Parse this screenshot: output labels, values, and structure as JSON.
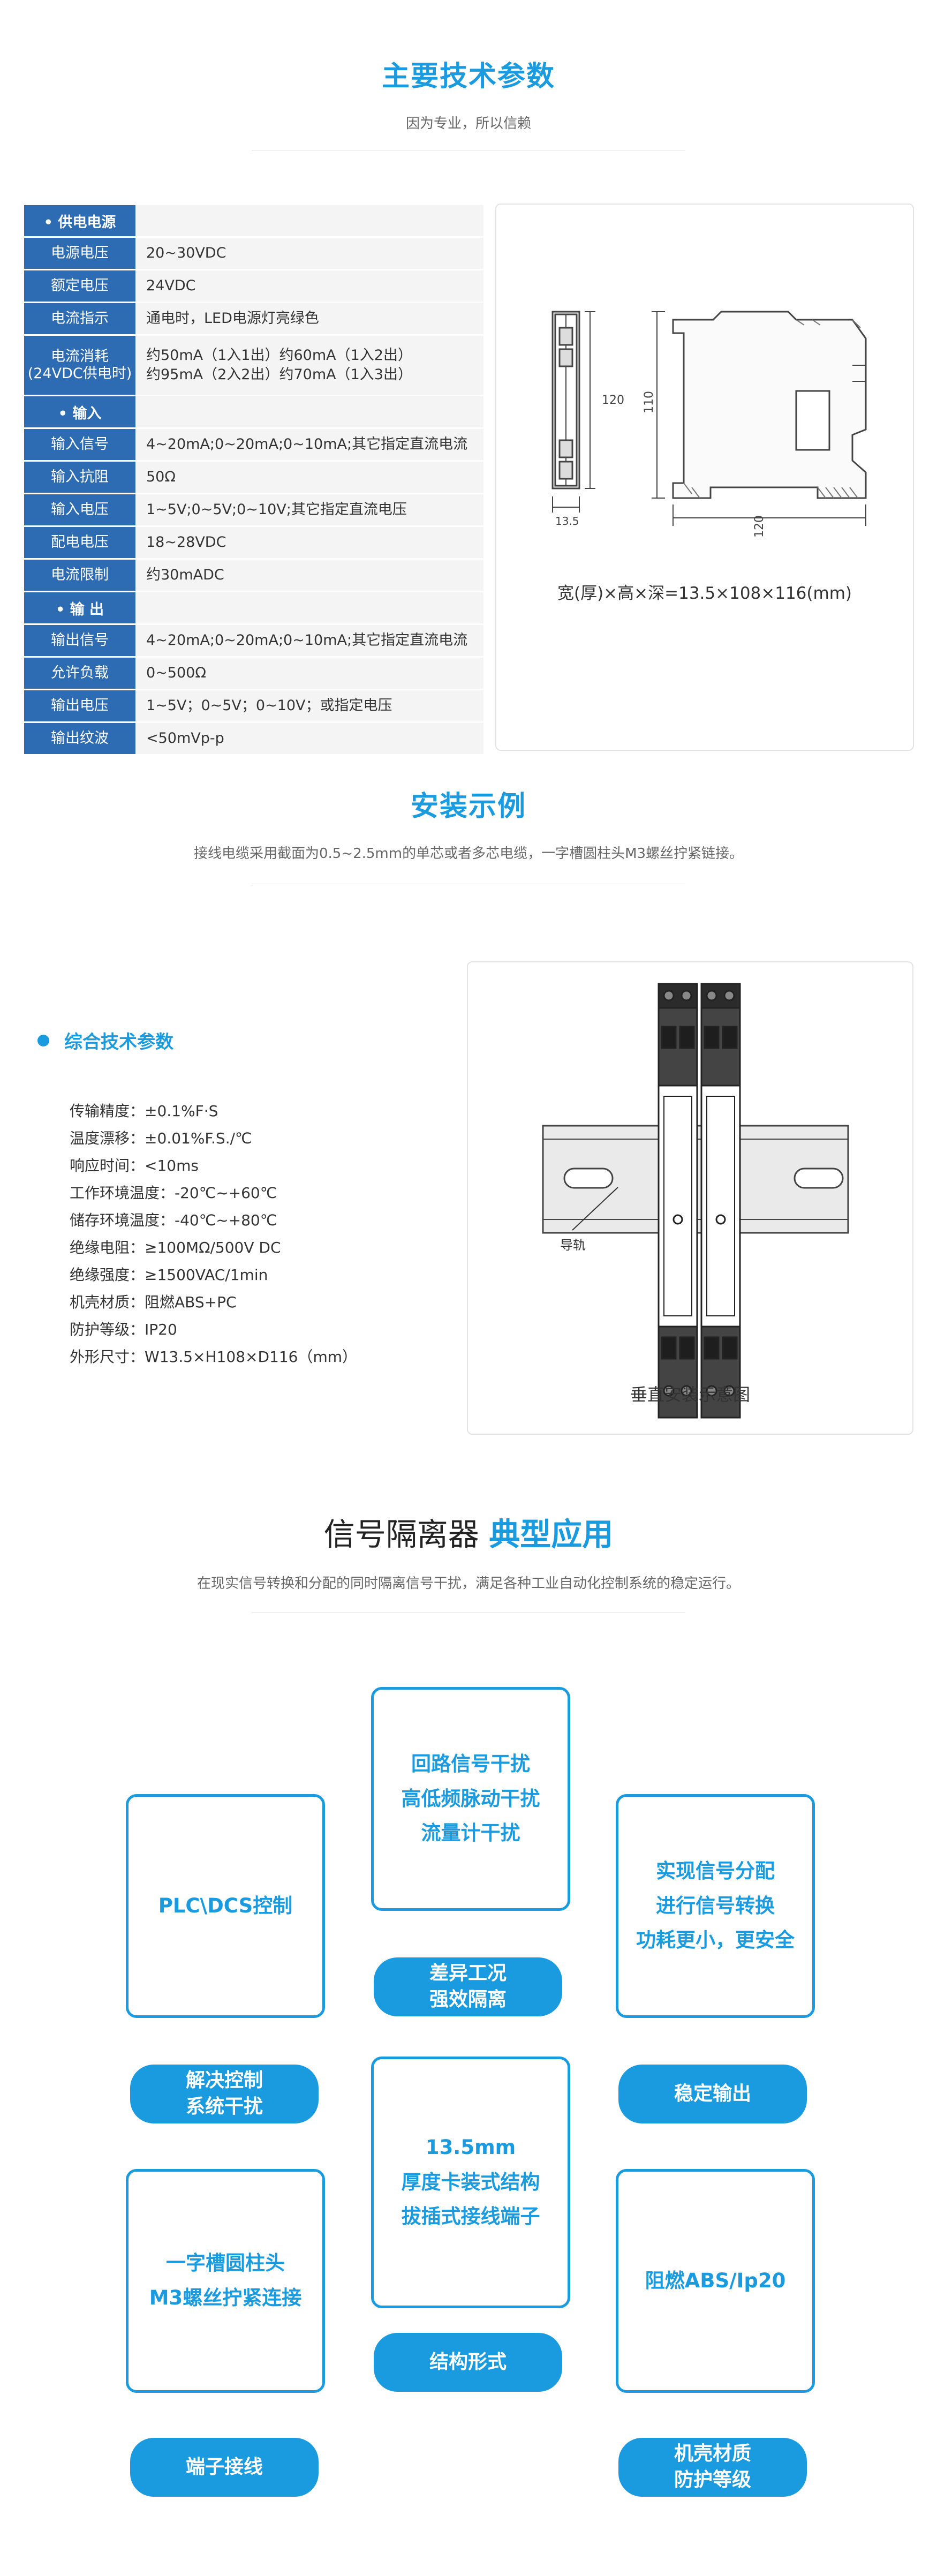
{
  "section1": {
    "title": "主要技术参数",
    "subtitle": "因为专业，所以信赖",
    "supply_heading": "• 供电电源",
    "supply_rows": [
      {
        "label": "电源电压",
        "value": "20~30VDC"
      },
      {
        "label": "额定电压",
        "value": "24VDC"
      },
      {
        "label": "电流指示",
        "value": "通电时，LED电源灯亮绿色"
      },
      {
        "label": "电流消耗\n(24VDC供电时)",
        "value": "约50mA（1入1出）约60mA（1入2出）\n约95mA（2入2出）约70mA（1入3出）"
      }
    ],
    "input_heading": "• 输入",
    "input_rows": [
      {
        "label": "输入信号",
        "value": "4~20mA;0~20mA;0~10mA;其它指定直流电流"
      },
      {
        "label": "输入抗阻",
        "value": "50Ω"
      },
      {
        "label": "输入电压",
        "value": "1~5V;0~5V;0~10V;其它指定直流电压"
      },
      {
        "label": "配电电压",
        "value": "18~28VDC"
      },
      {
        "label": "电流限制",
        "value": "约30mADC"
      }
    ],
    "output_heading": "• 输 出",
    "output_rows": [
      {
        "label": "输出信号",
        "value": "4~20mA;0~20mA;0~10mA;其它指定直流电流"
      },
      {
        "label": "允许负载",
        "value": "0~500Ω"
      },
      {
        "label": "输出电压",
        "value": "1~5V；0~5V；0~10V；或指定电压"
      },
      {
        "label": "输出纹波",
        "value": "<50mVp-p"
      }
    ],
    "drawing": {
      "dim_side_height": "120",
      "dim_side_width": "13.5",
      "dim_front_height": "110",
      "dim_front_width": "120",
      "caption": "宽(厚)×高×深=13.5×108×116(mm)"
    }
  },
  "section2": {
    "title": "安装示例",
    "subtitle": "接线电缆采用截面为0.5~2.5mm的单芯或者多芯电缆，一字槽圆柱头M3螺丝拧紧链接。",
    "general_heading": "综合技术参数",
    "general_rows": [
      {
        "k": "传输精度：",
        "v": "±0.1%F·S"
      },
      {
        "k": "温度漂移：",
        "v": "±0.01%F.S./℃"
      },
      {
        "k": "响应时间：",
        "v": "<10ms"
      },
      {
        "k": "工作环境温度：",
        "v": "-20℃~+60℃"
      },
      {
        "k": "储存环境温度：",
        "v": "-40℃~+80℃"
      },
      {
        "k": "绝缘电阻：",
        "v": "≥100MΩ/500V DC"
      },
      {
        "k": "绝缘强度：",
        "v": "≥1500VAC/1min"
      },
      {
        "k": "机壳材质：",
        "v": "阻燃ABS+PC"
      },
      {
        "k": "防护等级：",
        "v": "IP20"
      },
      {
        "k": "外形尺寸：",
        "v": "W13.5×H108×D116（mm）"
      }
    ],
    "rail_label": "导轨",
    "install_caption": "垂直安装示意图"
  },
  "section3": {
    "title_plain": "信号隔离器 ",
    "title_accent": "典型应用",
    "subtitle": "在现实信号转换和分配的同时隔离信号干扰，满足各种工业自动化控制系统的稳定运行。",
    "box_plc": [
      "PLC\\DCS控制"
    ],
    "box_interference": [
      "回路信号干扰",
      "高低频脉动干扰",
      "流量计干扰"
    ],
    "box_distribution": [
      "实现信号分配",
      "进行信号转换",
      "功耗更小，更安全"
    ],
    "box_structure": [
      "13.5mm",
      "厚度卡装式结构",
      "拔插式接线端子"
    ],
    "box_terminal": [
      "一字槽圆柱头",
      "M3螺丝拧紧连接"
    ],
    "box_material": [
      "阻燃ABS/Ip20"
    ],
    "pill_isolation": [
      "差异工况",
      "强效隔离"
    ],
    "pill_control": [
      "解决控制",
      "系统干扰"
    ],
    "pill_stable": [
      "稳定输出"
    ],
    "pill_form": [
      "结构形式"
    ],
    "pill_wiring": [
      "端子接线"
    ],
    "pill_housing": [
      "机壳材质",
      "防护等级"
    ]
  },
  "colors": {
    "accent": "#1a9be0",
    "table_label_bg": "#2d6bb3",
    "table_value_bg": "#f4f4f4"
  }
}
